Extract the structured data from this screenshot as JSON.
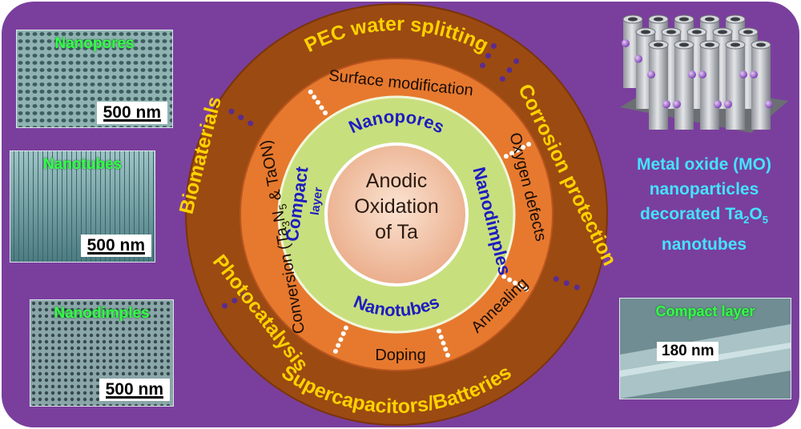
{
  "center": {
    "line1": "Anodic",
    "line2": "Oxidation",
    "line3": "of Ta"
  },
  "inner_ring": {
    "nanopores": "Nanopores",
    "nanodimples": "Nanodimples",
    "nanotubes": "Nanotubes",
    "compact": "Compact",
    "layer": "layer"
  },
  "middle_ring": {
    "surface_modification": "Surface modification",
    "oxygen_defects": "Oxygen defects",
    "annealing": "Annealing",
    "doping": "Doping",
    "conversion_prefix": "Conversion (Ta",
    "conversion_sub1": "3",
    "conversion_mid": "N",
    "conversion_sub2": "5",
    "conversion_suffix": " & TaON)"
  },
  "outer_ring": {
    "pec": "PEC water splitting",
    "corrosion": "Corrosion protection",
    "supercapacitors": "Supercapacitors/Batteries",
    "photocatalysis": "Photocatalysis",
    "biomaterials": "Biomaterials"
  },
  "left_images": {
    "nanopores_label": "Nanopores",
    "nanopores_scale": "500 nm",
    "nanotubes_label": "Nanotubes",
    "nanotubes_scale": "500 nm",
    "nanodimples_label": "Nanodimples",
    "nanodimples_scale": "500 nm"
  },
  "right": {
    "mo_line1": "Metal oxide (MO)",
    "mo_line2": "nanoparticles",
    "mo_line3_prefix": "decorated Ta",
    "mo_sub1": "2",
    "mo_mid": "O",
    "mo_sub2": "5",
    "mo_line4": "nanotubes",
    "compact_label": "Compact layer",
    "compact_scale": "180 nm"
  },
  "colors": {
    "background": "#7a3f9d",
    "outer_ring": "#9b4a12",
    "middle_ring": "#e6792e",
    "inner_ring": "#c8df7e",
    "center": "#f2c4a6",
    "outer_text": "#ffd200",
    "inner_text": "#1d1dbf",
    "sem_label": "#35ff4a",
    "mo_text": "#44e3ff"
  }
}
